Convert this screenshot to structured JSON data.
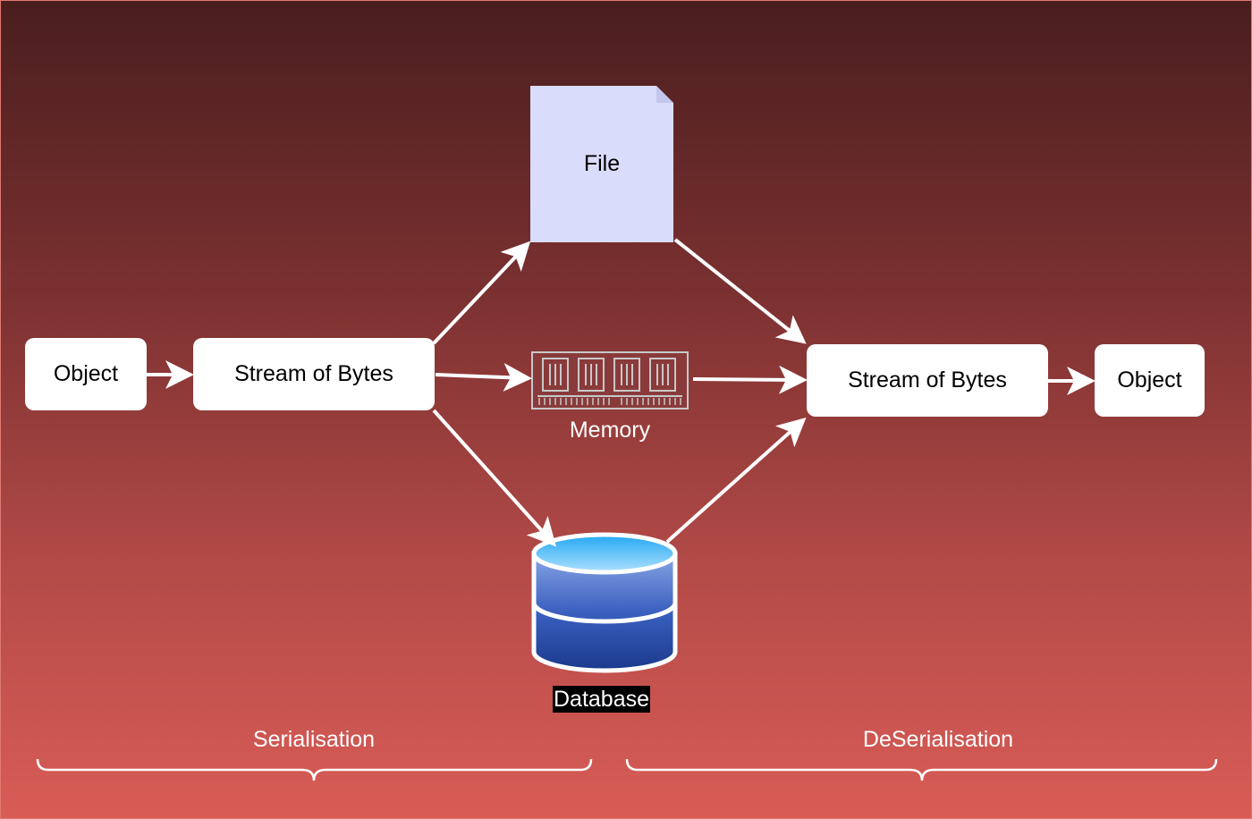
{
  "nodes": {
    "object_left": "Object",
    "stream_left": "Stream of Bytes",
    "file": "File",
    "memory": "Memory",
    "database": "Database",
    "stream_right": "Stream of Bytes",
    "object_right": "Object"
  },
  "phases": {
    "serialisation": "Serialisation",
    "deserialisation": "DeSerialisation"
  },
  "colors": {
    "background_top": "#4a1e1e",
    "background_bottom": "#d95c56",
    "file_fill": "#dadcfc",
    "database_top": "#3aa2f0",
    "database_body": "#2a4fa8"
  },
  "icons": [
    "file-icon",
    "memory-icon",
    "database-icon"
  ]
}
